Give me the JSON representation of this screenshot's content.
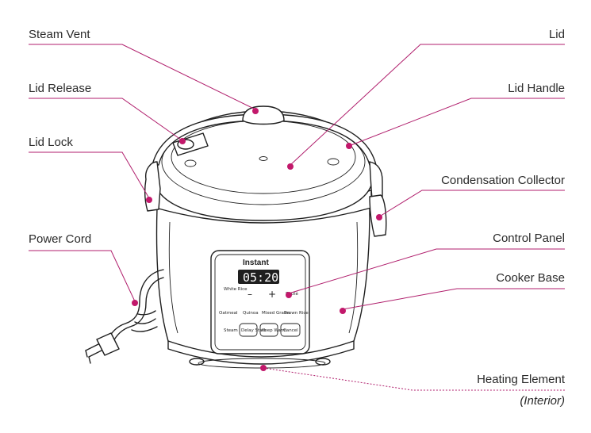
{
  "labels": {
    "steam_vent": "Steam Vent",
    "lid_release": "Lid Release",
    "lid_lock": "Lid Lock",
    "power_cord": "Power Cord",
    "lid": "Lid",
    "lid_handle": "Lid Handle",
    "condensation_collector": "Condensation Collector",
    "control_panel": "Control Panel",
    "cooker_base": "Cooker Base",
    "heating_element": "Heating Element",
    "heating_element_note": "(Interior)"
  },
  "panel": {
    "brand": "Instant",
    "display": "05:20",
    "minus": "–",
    "plus": "+",
    "buttons": {
      "white_rice": "White Rice",
      "saute": "Sauté",
      "oatmeal": "Oatmeal",
      "quinoa": "Quinoa",
      "mixed_grains": "Mixed Grains",
      "brown_rice": "Brown Rice",
      "steam": "Steam",
      "delay_start": "Delay Start",
      "keep_warm": "Keep Warm",
      "cancel": "Cancel"
    }
  },
  "colors": {
    "accent": "#c2186b",
    "leader": "#b01e6c",
    "outline": "#1f1f1f",
    "text": "#2a2a2a"
  }
}
